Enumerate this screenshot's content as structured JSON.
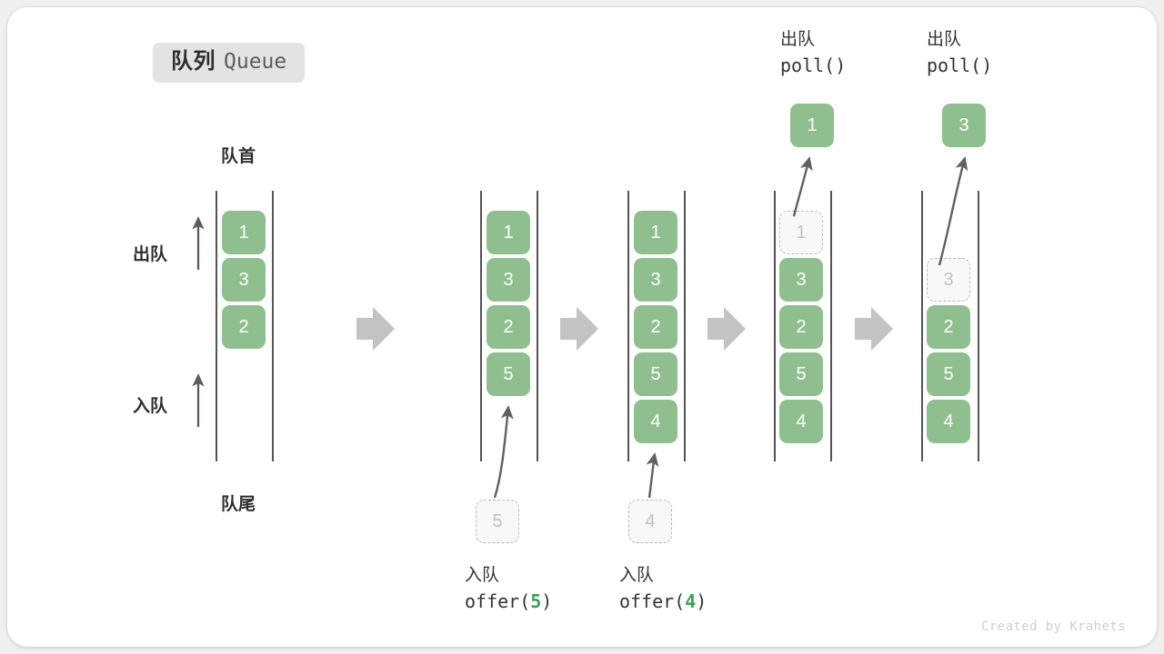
{
  "title": {
    "cn": "队列",
    "en": "Queue"
  },
  "labels": {
    "front": "队首",
    "rear": "队尾",
    "dequeue_side": "出队",
    "enqueue_side": "入队"
  },
  "footer": "Created by Krahets",
  "colors": {
    "cell_fill": "#8fbf8f",
    "cell_text": "#ffffff",
    "ghost_fill": "#f8f8f8",
    "ghost_border": "#bdbdbd",
    "ghost_text": "#c2c2c2",
    "rail": "#545454",
    "arrow_gray": "#c3c3c3",
    "arrow_dark": "#616161",
    "badge_bg": "#e3e3e3",
    "accent_green": "#3e9e56",
    "card_bg": "#ffffff",
    "page_bg": "#f0f0f0"
  },
  "columns": [
    {
      "name": "initial",
      "cells": [
        "1",
        "3",
        "2"
      ],
      "ghost_index": null,
      "ghost_value": null
    },
    {
      "name": "after-offer-5",
      "cells": [
        "1",
        "3",
        "2",
        "5"
      ],
      "ghost_index": null,
      "ghost_value": null
    },
    {
      "name": "after-offer-4",
      "cells": [
        "1",
        "3",
        "2",
        "5",
        "4"
      ],
      "ghost_index": null,
      "ghost_value": null
    },
    {
      "name": "after-poll-1",
      "cells": [
        "1",
        "3",
        "2",
        "5",
        "4"
      ],
      "ghost_index": 0,
      "ghost_value": "1"
    },
    {
      "name": "after-poll-3",
      "cells": [
        "",
        "3",
        "2",
        "5",
        "4"
      ],
      "ghost_index": 1,
      "ghost_value": "3"
    }
  ],
  "operations": {
    "offer_5": {
      "cn": "入队",
      "fn": "offer(",
      "arg": "5",
      "close": ")",
      "pending_value": "5"
    },
    "offer_4": {
      "cn": "入队",
      "fn": "offer(",
      "arg": "4",
      "close": ")",
      "pending_value": "4"
    },
    "poll_1": {
      "cn": "出队",
      "code": "poll()",
      "result_value": "1"
    },
    "poll_2": {
      "cn": "出队",
      "code": "poll()",
      "result_value": "3"
    }
  }
}
